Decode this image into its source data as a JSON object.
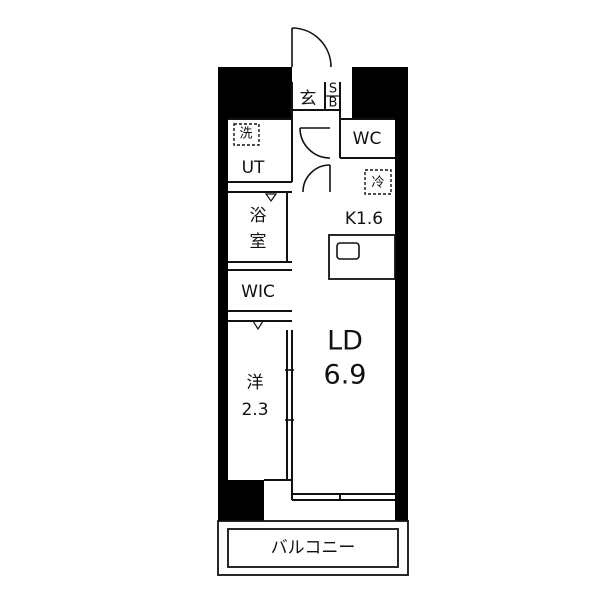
{
  "rooms": {
    "entrance": "玄",
    "shoe_box": [
      "S",
      "B"
    ],
    "washer": "洗",
    "utility": "UT",
    "toilet": "WC",
    "fridge": "冷",
    "kitchen": "K1.6",
    "bath": [
      "浴",
      "室"
    ],
    "closet": "WIC",
    "western": [
      "洋",
      "2.3"
    ],
    "living": [
      "LD",
      "6.9"
    ],
    "balcony": "バルコニー"
  },
  "colors": {
    "wall": "#000000",
    "line": "#111111",
    "background": "#ffffff"
  }
}
